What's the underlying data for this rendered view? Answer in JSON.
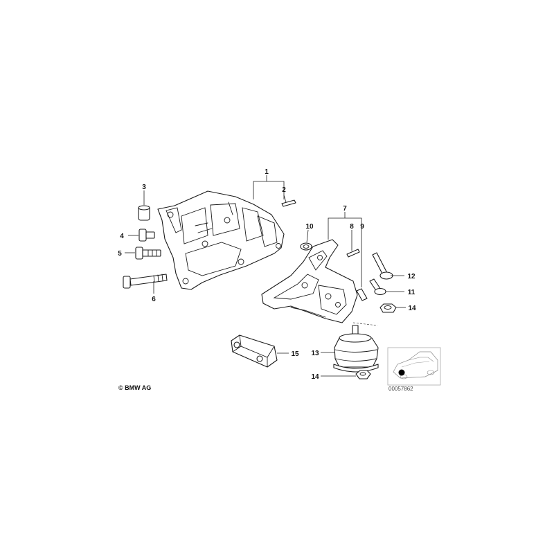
{
  "callouts": {
    "c1": "1",
    "c2": "2",
    "c3": "3",
    "c4": "4",
    "c5": "5",
    "c6": "6",
    "c7": "7",
    "c8": "8",
    "c9": "9",
    "c10": "10",
    "c11": "11",
    "c12": "12",
    "c13": "13",
    "c14a": "14",
    "c14b": "14",
    "c15": "15"
  },
  "footer": {
    "copyright": "© BMW AG",
    "doc_number": "00057862"
  }
}
